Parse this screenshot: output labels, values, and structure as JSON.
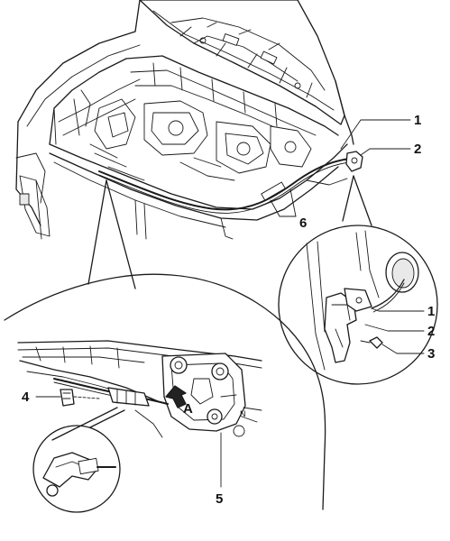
{
  "figure": {
    "callouts": {
      "c1_top": "1",
      "c2_top": "2",
      "c6": "6",
      "c1_inset": "1",
      "c2_inset": "2",
      "c3_inset": "3",
      "c4": "4",
      "c5": "5",
      "arrow_label": "A",
      "small_mark": "N"
    }
  }
}
